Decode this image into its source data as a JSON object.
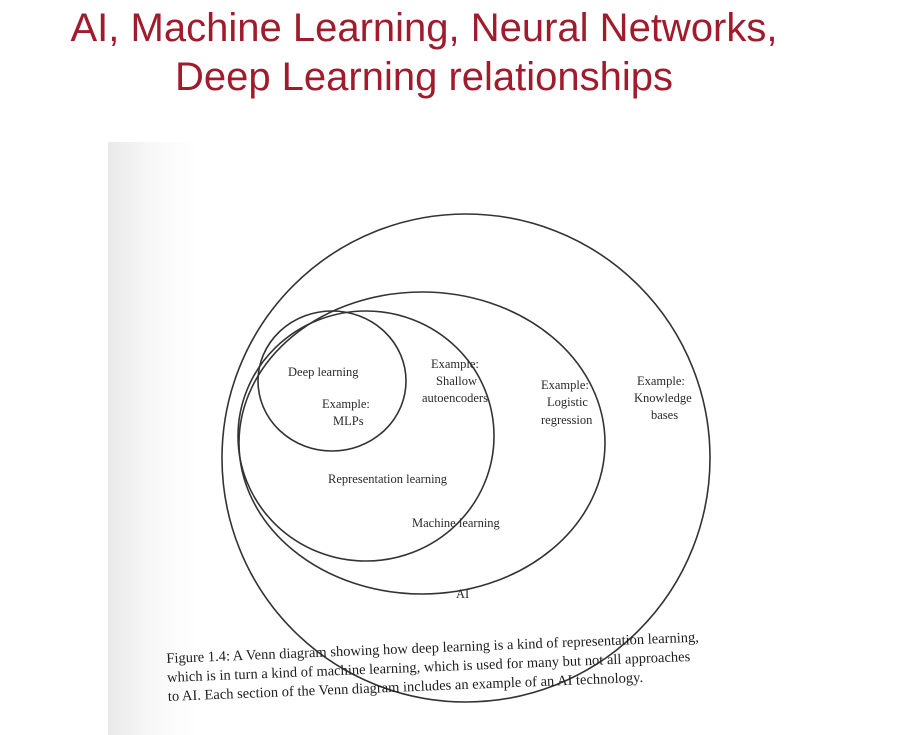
{
  "slide": {
    "title_line1": "AI, Machine Learning, Neural Networks,",
    "title_line2": "Deep Learning relationships",
    "title_color": "#a01c2c"
  },
  "diagram": {
    "sets": [
      {
        "name": "AI",
        "example": [
          "Example:",
          "Knowledge",
          "bases"
        ]
      },
      {
        "name": "Machine learning",
        "example": [
          "Example:",
          "Logistic",
          "regression"
        ]
      },
      {
        "name": "Representation learning",
        "example": [
          "Example:",
          "Shallow",
          "autoencoders"
        ]
      },
      {
        "name": "Deep learning",
        "example": [
          "Example:",
          "MLPs"
        ]
      }
    ]
  },
  "caption": {
    "line1": "Figure 1.4: A Venn diagram showing how deep learning is a kind of representation learning,",
    "line2": "which is in turn a kind of machine learning, which is used for many but not all approaches",
    "line3": "to AI. Each section of the Venn diagram includes an example of an AI technology."
  }
}
